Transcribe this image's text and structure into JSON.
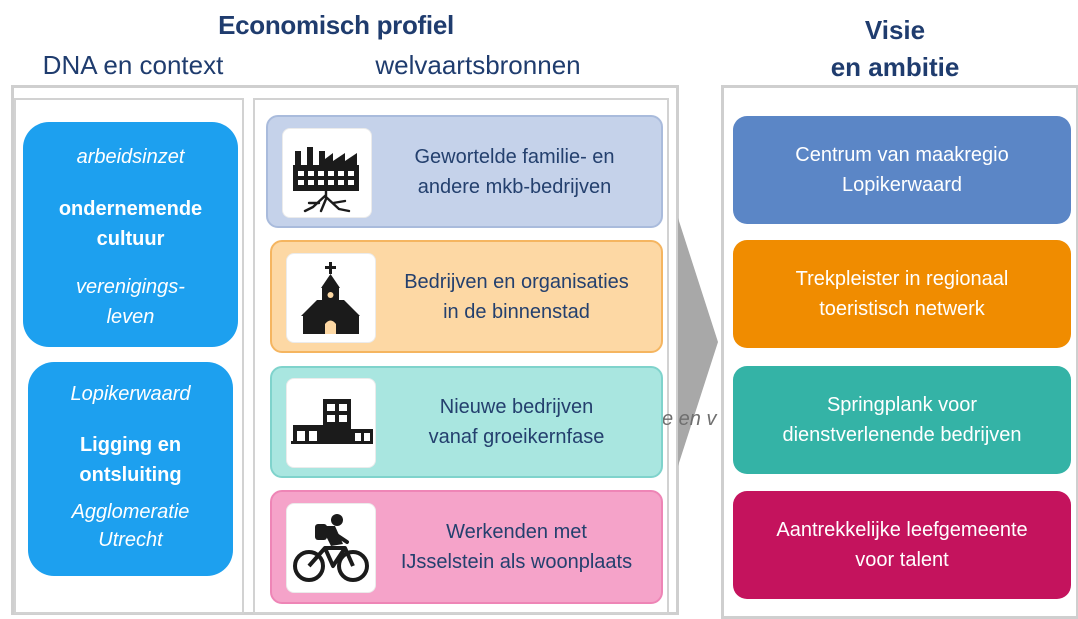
{
  "header": {
    "title": "Economisch profiel",
    "left_subtitle": "DNA en context",
    "mid_subtitle": "welvaartsbronnen",
    "right_title_line1": "Visie",
    "right_title_line2": "en ambitie"
  },
  "dna": {
    "box1": {
      "line1": "arbeidsinzet",
      "line2": "ondernemende",
      "line3": "cultuur",
      "line4": "verenigings-",
      "line5": "leven"
    },
    "box2": {
      "line1": "Lopikerwaard",
      "line2": "Ligging en",
      "line3": "ontsluiting",
      "line4": "Agglomeratie",
      "line5": "Utrecht"
    }
  },
  "sources": [
    {
      "line1": "Gewortelde familie- en",
      "line2": "andere mkb-bedrijven",
      "icon": "factory-roots-icon",
      "bg": "#c5d2ea",
      "border": "#a9bbdc"
    },
    {
      "line1": "Bedrijven en organisaties",
      "line2": "in de binnenstad",
      "icon": "church-icon",
      "bg": "#fdd8a4",
      "border": "#f5b560"
    },
    {
      "line1": "Nieuwe bedrijven",
      "line2": "vanaf groeikernfase",
      "icon": "industrial-buildings-icon",
      "bg": "#a9e6e0",
      "border": "#7fd3cc"
    },
    {
      "line1": "Werkenden met",
      "line2": "IJsselstein als woonplaats",
      "icon": "cyclist-icon",
      "bg": "#f5a3c9",
      "border": "#ee85b6"
    }
  ],
  "ghost_text": "fie en v",
  "vision": [
    {
      "line1": "Centrum van maakregio",
      "line2": "Lopikerwaard",
      "bg": "#5b86c6"
    },
    {
      "line1": "Trekpleister in regionaal",
      "line2": "toeristisch netwerk",
      "bg": "#f08c00"
    },
    {
      "line1": "Springplank voor",
      "line2": "dienstverlenende bedrijven",
      "bg": "#34b3a6"
    },
    {
      "line1": "Aantrekkelijke leefgemeente",
      "line2": "voor talent",
      "bg": "#c4135d"
    }
  ]
}
